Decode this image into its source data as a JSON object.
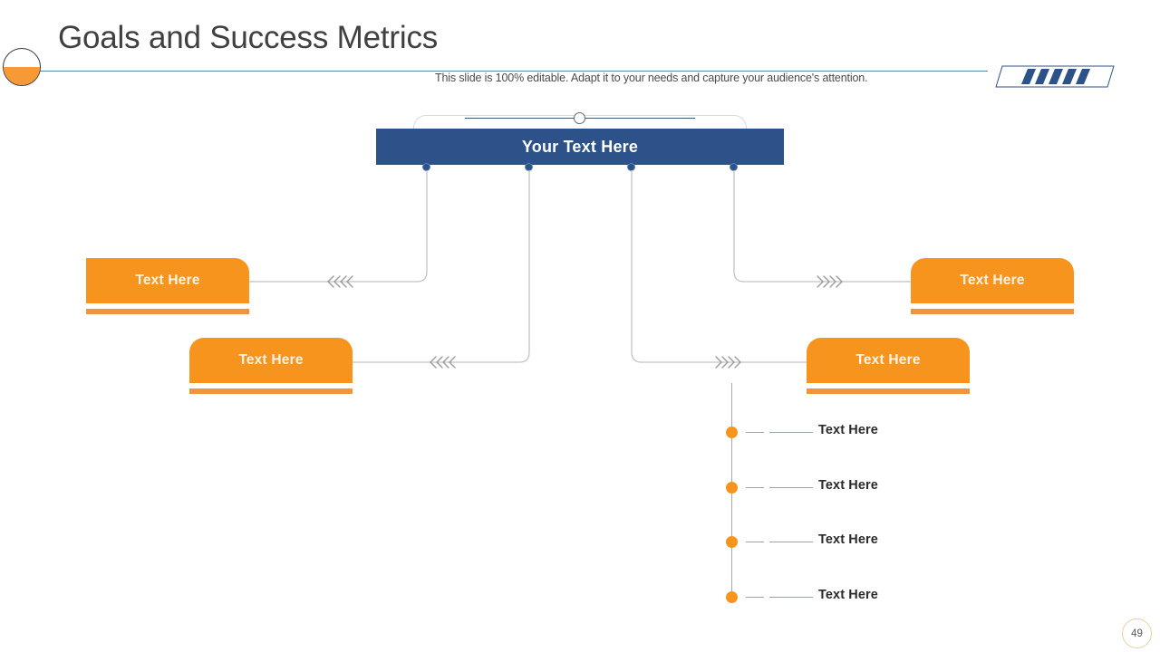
{
  "header": {
    "title": "Goals and Success Metrics",
    "subtitle": "This slide is 100% editable. Adapt it to your needs and capture your audience's attention.",
    "logo_icon": "half-filled-circle-icon",
    "deco_icon": "striped-parallelogram-icon"
  },
  "diagram": {
    "root": {
      "label": "Your Text Here"
    },
    "branches": [
      {
        "id": "branch-left-top",
        "label": "Text Here",
        "side": "left",
        "arrow": "chevrons-left-icon"
      },
      {
        "id": "branch-left-bottom",
        "label": "Text Here",
        "side": "left",
        "arrow": "chevrons-left-icon"
      },
      {
        "id": "branch-right-top",
        "label": "Text Here",
        "side": "right",
        "arrow": "chevrons-right-icon"
      },
      {
        "id": "branch-right-bottom",
        "label": "Text Here",
        "side": "right",
        "arrow": "chevrons-right-icon"
      }
    ],
    "sub_items": [
      {
        "label": "Text Here"
      },
      {
        "label": "Text Here"
      },
      {
        "label": "Text Here"
      },
      {
        "label": "Text Here"
      }
    ]
  },
  "footer": {
    "page_number": "49"
  },
  "colors": {
    "brand_blue": "#2c5289",
    "brand_orange": "#f7941e",
    "orange_bar": "#f2943c",
    "rule_blue": "#5b8aa5",
    "title_gray": "#404040",
    "connector_gray": "#c4c4c4"
  }
}
